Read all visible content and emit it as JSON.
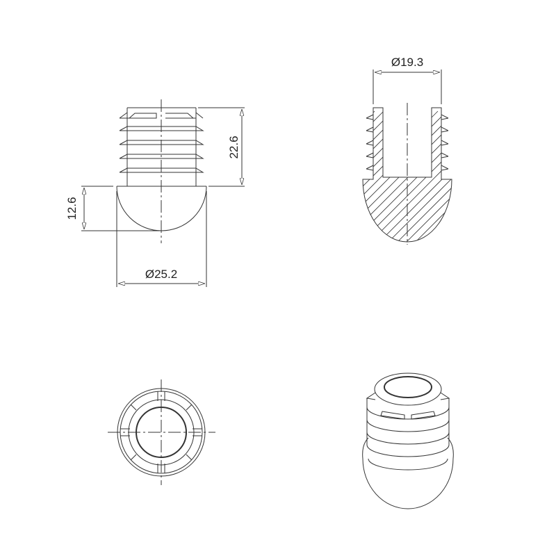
{
  "drawing": {
    "views": [
      "front-view",
      "section-view",
      "bottom-view",
      "isometric-view"
    ],
    "dimensions": {
      "body_height": "22.6",
      "dome_height": "12.6",
      "outer_diameter": "Ø25.2",
      "inner_diameter": "Ø19.3"
    },
    "line_color": "#333333",
    "background": "#ffffff"
  }
}
